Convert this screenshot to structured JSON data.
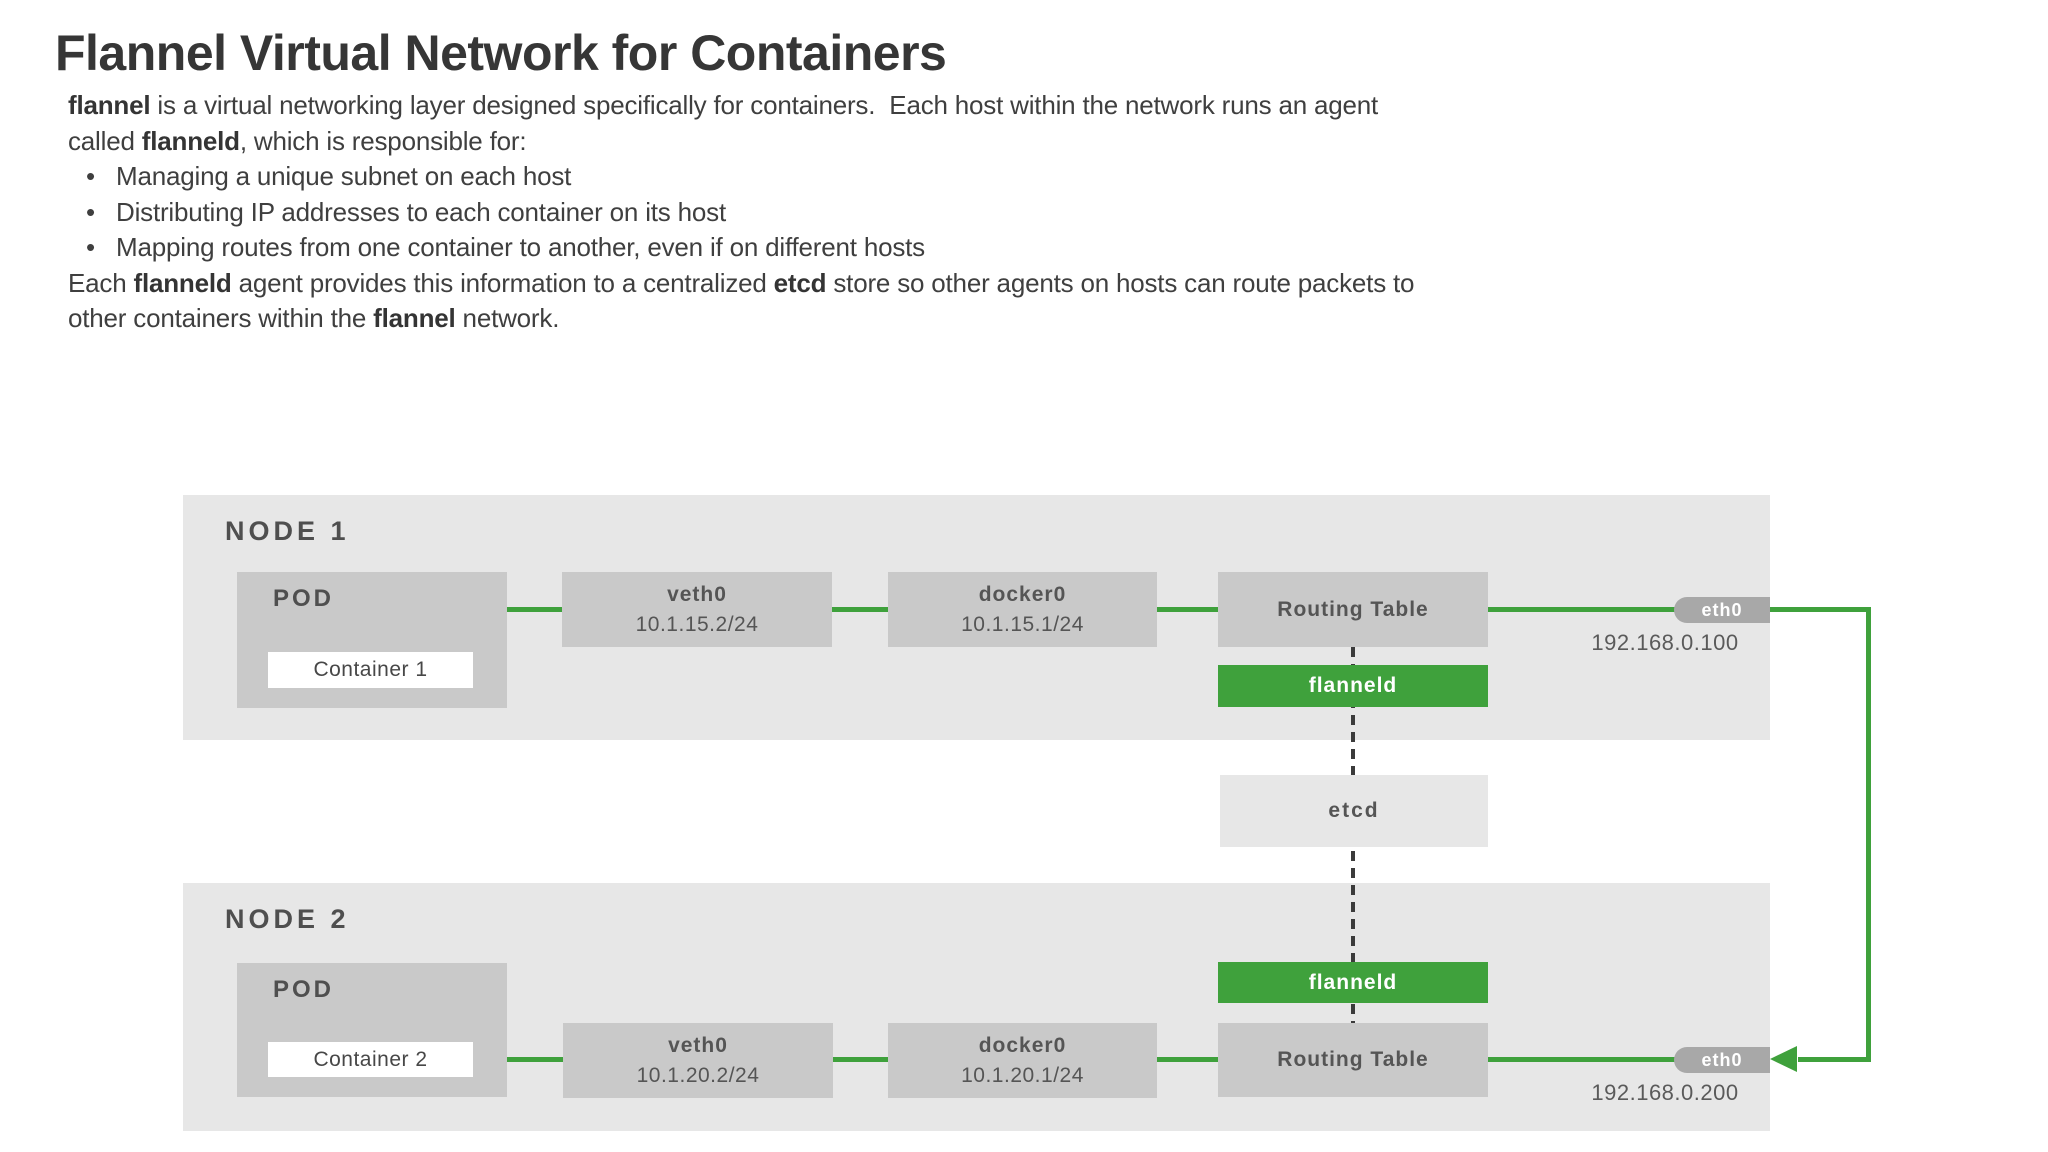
{
  "title": "Flannel Virtual Network for Containers",
  "intro": {
    "l1": {
      "b": "flannel",
      "r": " is a virtual networking layer designed specifically for containers.  Each host within the network runs an agent"
    },
    "l2": {
      "r0": "called ",
      "b": "flanneld",
      "r1": ", which is responsible for:"
    },
    "bullet_char": "•",
    "bullets": [
      "Managing a unique subnet on each host",
      "Distributing IP addresses to each container on its host",
      "Mapping routes from one container to another, even if on different hosts"
    ],
    "l3": {
      "r0": "Each ",
      "b1": "flanneld",
      "r1": " agent provides this information to a centralized ",
      "b2": "etcd",
      "r2": " store so other agents on hosts can route packets to"
    },
    "l4": {
      "r0": "other containers within the ",
      "b": "flannel",
      "r1": " network."
    }
  },
  "diagram": {
    "etcd_label": "etcd",
    "node1": {
      "title": "NODE 1",
      "pod_label": "POD",
      "container_label": "Container 1",
      "veth_name": "veth0",
      "veth_ip": "10.1.15.2/24",
      "docker_name": "docker0",
      "docker_ip": "10.1.15.1/24",
      "routing_label": "Routing Table",
      "flanneld_label": "flanneld",
      "eth_label": "eth0",
      "eth_ip": "192.168.0.100"
    },
    "node2": {
      "title": "NODE 2",
      "pod_label": "POD",
      "container_label": "Container 2",
      "veth_name": "veth0",
      "veth_ip": "10.1.20.2/24",
      "docker_name": "docker0",
      "docker_ip": "10.1.20.1/24",
      "routing_label": "Routing Table",
      "flanneld_label": "flanneld",
      "eth_label": "eth0",
      "eth_ip": "192.168.0.200"
    },
    "colors": {
      "accent_green": "#3FA13C",
      "panel_gray": "#E7E7E7",
      "box_gray": "#C9C9C9",
      "pill_gray": "#A8A8A8",
      "dash_dark": "#3B3B3B"
    }
  }
}
